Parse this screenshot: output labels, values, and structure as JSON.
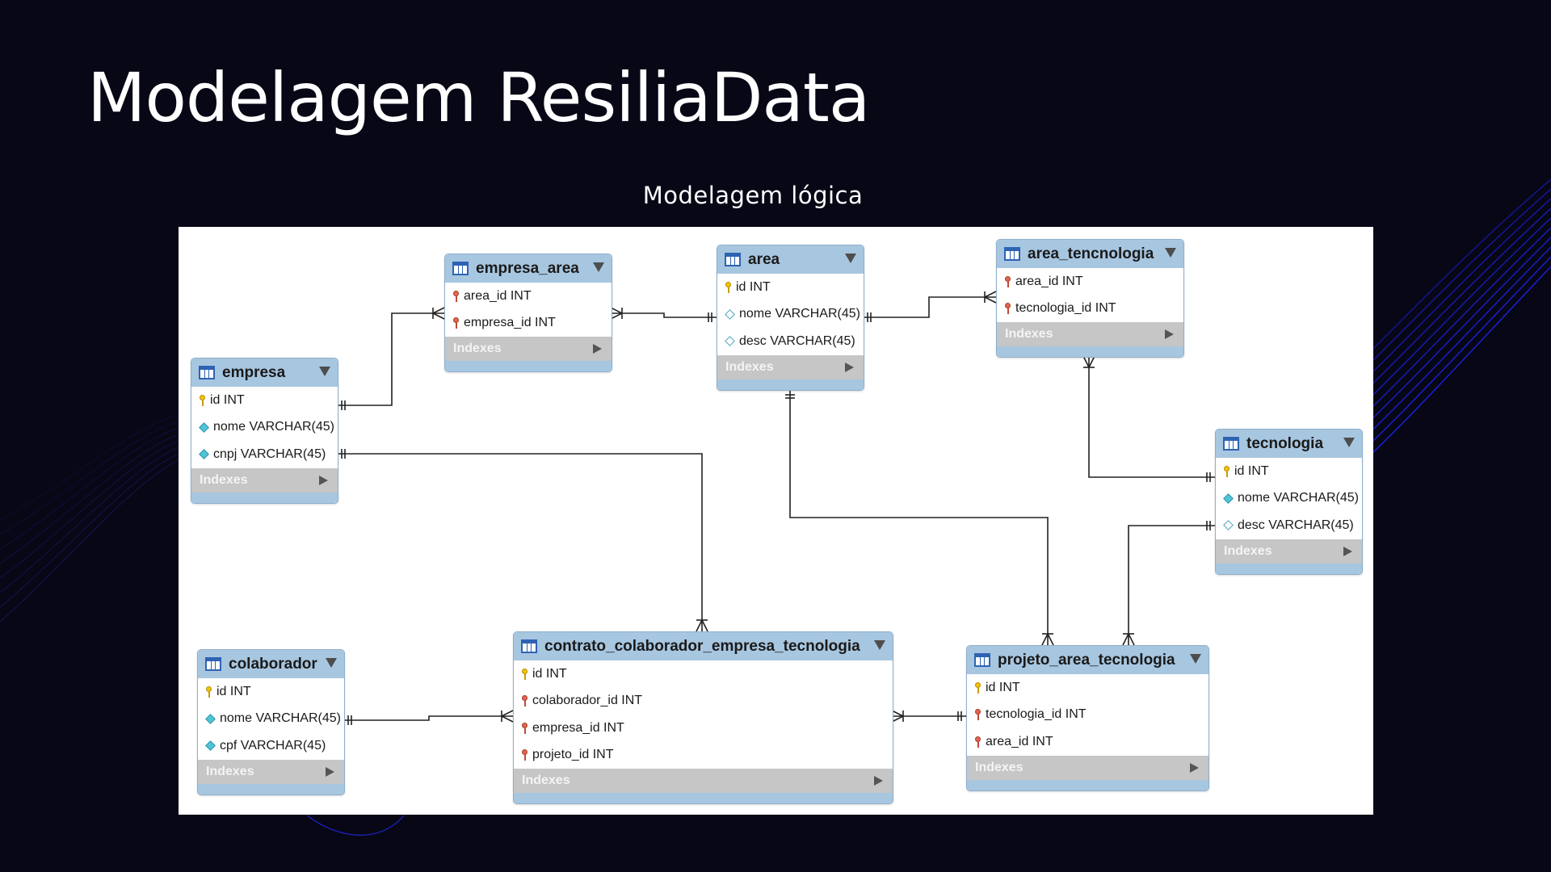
{
  "title": "Modelagem ResiliaData",
  "subtitle": "Modelagem  lógica",
  "colors": {
    "background": "#070716",
    "accent_lines": "#1c20d6",
    "table_header": "#a7c6e0",
    "indexes_bar": "#c6c6c6"
  },
  "icons": {
    "table": "table-icon",
    "primary_key": "primary-key-icon",
    "foreign_key": "foreign-key-icon",
    "column": "column-diamond-icon",
    "menu": "dropdown-arrow-icon",
    "expand": "expand-arrow-icon"
  },
  "indexes_label": "Indexes",
  "tables": [
    {
      "id": "empresa_area",
      "name": "empresa_area",
      "columns": [
        {
          "name": "area_id INT",
          "kind": "fk"
        },
        {
          "name": "empresa_id INT",
          "kind": "fk"
        }
      ]
    },
    {
      "id": "area",
      "name": "area",
      "columns": [
        {
          "name": "id INT",
          "kind": "pk"
        },
        {
          "name": "nome VARCHAR(45)",
          "kind": "attr-hollow"
        },
        {
          "name": "desc VARCHAR(45)",
          "kind": "attr-hollow"
        }
      ]
    },
    {
      "id": "area_tecnologia",
      "name": "area_tencnologia",
      "columns": [
        {
          "name": "area_id INT",
          "kind": "fk"
        },
        {
          "name": "tecnologia_id INT",
          "kind": "fk"
        }
      ]
    },
    {
      "id": "empresa",
      "name": "empresa",
      "columns": [
        {
          "name": "id INT",
          "kind": "pk"
        },
        {
          "name": "nome VARCHAR(45)",
          "kind": "attr"
        },
        {
          "name": "cnpj VARCHAR(45)",
          "kind": "attr"
        }
      ]
    },
    {
      "id": "tecnologia",
      "name": "tecnologia",
      "columns": [
        {
          "name": "id INT",
          "kind": "pk"
        },
        {
          "name": "nome VARCHAR(45)",
          "kind": "attr"
        },
        {
          "name": "desc VARCHAR(45)",
          "kind": "attr-hollow"
        }
      ]
    },
    {
      "id": "colaborador",
      "name": "colaborador",
      "columns": [
        {
          "name": "id INT",
          "kind": "pk"
        },
        {
          "name": "nome VARCHAR(45)",
          "kind": "attr"
        },
        {
          "name": "cpf VARCHAR(45)",
          "kind": "attr"
        }
      ]
    },
    {
      "id": "contrato",
      "name": "contrato_colaborador_empresa_tecnologia",
      "columns": [
        {
          "name": "id INT",
          "kind": "pk"
        },
        {
          "name": "colaborador_id INT",
          "kind": "fk"
        },
        {
          "name": "empresa_id INT",
          "kind": "fk"
        },
        {
          "name": "projeto_id INT",
          "kind": "fk"
        }
      ]
    },
    {
      "id": "projeto",
      "name": "projeto_area_tecnologia",
      "columns": [
        {
          "name": "id INT",
          "kind": "pk"
        },
        {
          "name": "tecnologia_id INT",
          "kind": "fk"
        },
        {
          "name": "area_id INT",
          "kind": "fk"
        }
      ]
    }
  ],
  "relationships": [
    {
      "from": "empresa",
      "to": "empresa_area",
      "from_end": "one",
      "to_end": "many"
    },
    {
      "from": "area",
      "to": "empresa_area",
      "from_end": "one",
      "to_end": "many"
    },
    {
      "from": "area",
      "to": "area_tecnologia",
      "from_end": "one",
      "to_end": "many"
    },
    {
      "from": "tecnologia",
      "to": "area_tecnologia",
      "from_end": "one",
      "to_end": "many"
    },
    {
      "from": "empresa",
      "to": "contrato",
      "from_end": "one",
      "to_end": "many"
    },
    {
      "from": "area",
      "to": "projeto",
      "from_end": "one",
      "to_end": "many"
    },
    {
      "from": "tecnologia",
      "to": "projeto",
      "from_end": "one",
      "to_end": "many"
    },
    {
      "from": "colaborador",
      "to": "contrato",
      "from_end": "one",
      "to_end": "many"
    },
    {
      "from": "projeto",
      "to": "contrato",
      "from_end": "one",
      "to_end": "many"
    }
  ]
}
